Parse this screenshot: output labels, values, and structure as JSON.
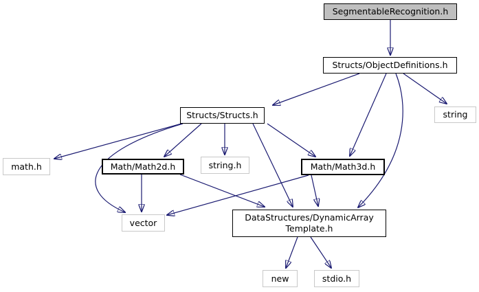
{
  "diagram": {
    "type": "include-dependency-graph",
    "background": "#ffffff",
    "edge_color": "#191970",
    "node_styles": {
      "current_fill": "#bfbfbf",
      "internal_border": "#000000",
      "external_border": "#c8c8c8"
    },
    "nodes": {
      "segmentable_recognition": {
        "label": "SegmentableRecognition.h"
      },
      "object_definitions": {
        "label": "Structs/ObjectDefinitions.h"
      },
      "structs": {
        "label": "Structs/Structs.h"
      },
      "string_sys": {
        "label": "string"
      },
      "math_sys": {
        "label": "math.h"
      },
      "math2d": {
        "label": "Math/Math2d.h"
      },
      "string_h_sys": {
        "label": "string.h"
      },
      "math3d": {
        "label": "Math/Math3d.h"
      },
      "vector_sys": {
        "label": "vector"
      },
      "dynamic_array": {
        "label_line1": "DataStructures/DynamicArray",
        "label_line2": "Template.h"
      },
      "new_sys": {
        "label": "new"
      },
      "stdio_sys": {
        "label": "stdio.h"
      }
    },
    "edges": [
      {
        "from": "SegmentableRecognition.h",
        "to": "Structs/ObjectDefinitions.h"
      },
      {
        "from": "Structs/ObjectDefinitions.h",
        "to": "Structs/Structs.h"
      },
      {
        "from": "Structs/ObjectDefinitions.h",
        "to": "string"
      },
      {
        "from": "Structs/ObjectDefinitions.h",
        "to": "Math/Math3d.h"
      },
      {
        "from": "Structs/ObjectDefinitions.h",
        "to": "DataStructures/DynamicArrayTemplate.h"
      },
      {
        "from": "Structs/Structs.h",
        "to": "math.h"
      },
      {
        "from": "Structs/Structs.h",
        "to": "Math/Math2d.h"
      },
      {
        "from": "Structs/Structs.h",
        "to": "string.h"
      },
      {
        "from": "Structs/Structs.h",
        "to": "Math/Math3d.h"
      },
      {
        "from": "Structs/Structs.h",
        "to": "DataStructures/DynamicArrayTemplate.h"
      },
      {
        "from": "Structs/Structs.h",
        "to": "vector"
      },
      {
        "from": "Math/Math2d.h",
        "to": "vector"
      },
      {
        "from": "Math/Math2d.h",
        "to": "DataStructures/DynamicArrayTemplate.h"
      },
      {
        "from": "Math/Math3d.h",
        "to": "vector"
      },
      {
        "from": "Math/Math3d.h",
        "to": "DataStructures/DynamicArrayTemplate.h"
      },
      {
        "from": "DataStructures/DynamicArrayTemplate.h",
        "to": "new"
      },
      {
        "from": "DataStructures/DynamicArrayTemplate.h",
        "to": "stdio.h"
      }
    ]
  }
}
